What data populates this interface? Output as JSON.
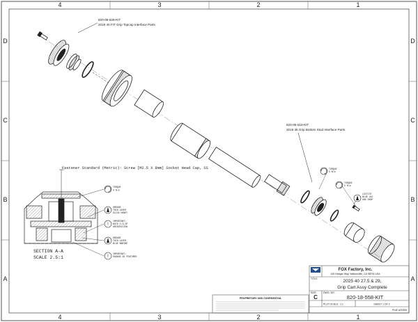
{
  "zones": {
    "columns": [
      "4",
      "3",
      "2",
      "1"
    ],
    "rows": [
      "D",
      "C",
      "B",
      "A"
    ]
  },
  "callouts": {
    "topcap_kit": {
      "part_number": "820-05-528-KIT",
      "description": "2019 40 FIT Grip Topcap Interface Parts"
    },
    "bottom_kit": {
      "part_number": "820-05-518-KIT",
      "description": "2019 36 Grip Bottom Stud Interface Parts"
    },
    "fastener": "Fastener Standard (Metric): Screw [M2.5 X 8mm] Socket Head Cap, SS"
  },
  "notes": {
    "torque_1": [
      "TORQUE",
      "4 N·m"
    ],
    "torque_2": [
      "TORQUE",
      "5 N·m"
    ],
    "torque_3": [
      "TORQUE",
      "5 N·m"
    ],
    "loctite": [
      "LOCTITE",
      "BLUE 242",
      "ONE DROP"
    ],
    "grease_1": [
      "GREASE",
      "THIN LAYER",
      "SLICK HONEY"
    ],
    "important_1": [
      "IMPORTANT:",
      "NOTE O-CLIP",
      "ORIENTATION"
    ],
    "grease_2": [
      "GREASE",
      "THIN LAYER",
      "BLUE MARINE"
    ],
    "important_2": [
      "IMPORTANT:",
      "ENGAGE 26 FEATURES"
    ]
  },
  "section": {
    "title": "SECTION  A-A",
    "scale": "SCALE  2.5:1"
  },
  "title_block": {
    "company": "FOX Factory, Inc.",
    "address": "130 Hangar Way, Watsonville, CA 95076 USA",
    "title_label": "TITLE",
    "title_line1": "2025 40 27.5 & 29,",
    "title_line2": "Grip Cart Assy Complete",
    "size_label": "SIZE",
    "size": "C",
    "dwg_label": "DWG. NO.",
    "drawing_number": "820-18-558-KIT",
    "scale_label": "PLOT SCALE",
    "scale": "1:1",
    "sheet": "SHEET 1 OF 2",
    "asset_label": "ProE ASSEM",
    "proprietary": "PROPRIETARY AND CONFIDENTIAL"
  }
}
